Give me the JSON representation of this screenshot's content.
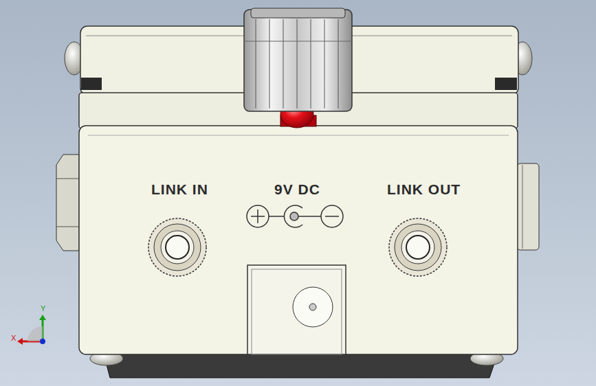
{
  "diagram": {
    "labels": [
      "LINK IN",
      "9V DC",
      "LINK OUT",
      "Y",
      "X"
    ]
  }
}
